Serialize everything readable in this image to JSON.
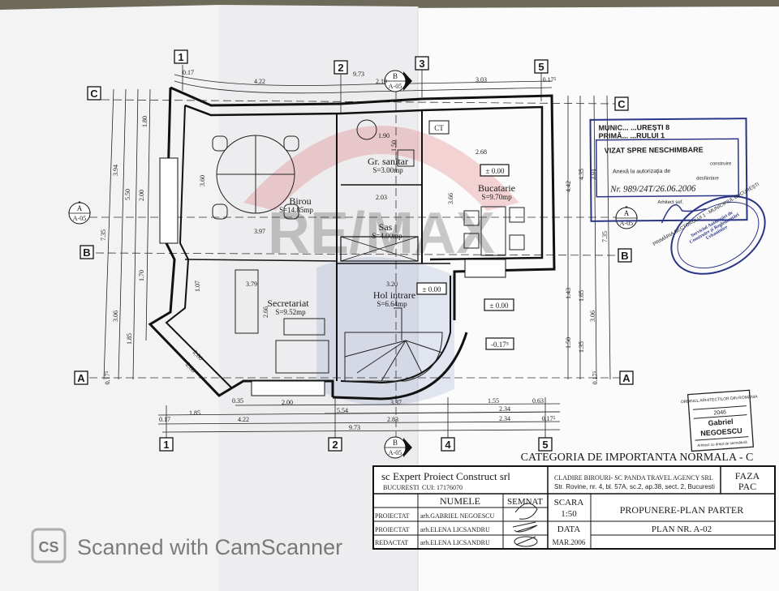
{
  "plan": {
    "axes_top": [
      "1",
      "2",
      "3",
      "5"
    ],
    "axes_bottom": [
      "1",
      "2",
      "4",
      "5"
    ],
    "rows": [
      "C",
      "B",
      "A"
    ],
    "section_b": {
      "letter": "B",
      "ref": "A-05"
    },
    "section_a": {
      "letter": "A",
      "ref": "A-05"
    },
    "rooms": [
      {
        "name": "Birou",
        "area": "S=14.85mp"
      },
      {
        "name": "Gr. sanitar",
        "area": "S=3.00mp"
      },
      {
        "name": "Sas",
        "area": "S=4.00mp"
      },
      {
        "name": "Bucatarie",
        "area": "S=9.70mp"
      },
      {
        "name": "Secretariat",
        "area": "S=9.52mp"
      },
      {
        "name": "Hol intrare",
        "area": "S=6.64mp"
      }
    ],
    "ct_label": "CT",
    "levels": [
      "± 0.00",
      "± 0.00",
      "± 0.00",
      "-0.17⁵"
    ],
    "dims": [
      "0.17",
      "4.22",
      "9.73",
      "2.19",
      "3.03",
      "0.17⁵",
      "3.94",
      "5.50",
      "2.00",
      "1.80",
      "7.35",
      "1.70",
      "3.06",
      "1.85",
      "0.17⁵",
      "4.42",
      "4.35",
      "3.91",
      "7.35",
      "1.43",
      "1.65",
      "3.06",
      "1.50",
      "1.35",
      "0.17⁵",
      "1.90",
      "1.50",
      "2.68",
      "3.60",
      "2.03",
      "3.97",
      "3.66",
      "3.79",
      "3.20",
      "1.07",
      "2.66",
      "2.00",
      "2.60",
      "0.35",
      "2.00",
      "3.37",
      "1.55",
      "0.63",
      "5.54",
      "2.34",
      "1.85",
      "0.17",
      "4.22",
      "2.83",
      "2.34",
      "0.17⁵",
      "9.73"
    ]
  },
  "category": "CATEGORIA DE IMPORTANTA NORMALA - C",
  "title_block": {
    "company": "sc Expert Proiect Construct srl",
    "company_city": "BUCURESTI",
    "company_cui": "CUI: 17176070",
    "project": "CLADIRE BIROURI- SC PANDA TRAVEL AGENCY SRL",
    "address": "Str. Rovine, nr. 4, bl. 57A, sc.2, ap.38, sect. 2, Bucuresti",
    "faza_label": "FAZA",
    "faza": "PAC",
    "col_names": "NUMELE",
    "col_signed": "SEMNAT",
    "scale_label": "SCARA",
    "scale": "1:50",
    "date_label": "DATA",
    "date": "MAR.2006",
    "drawing_title": "PROPUNERE-PLAN PARTER",
    "plan_no": "PLAN NR. A-02",
    "rows": [
      {
        "role": "PROIECTAT",
        "name": "arh.GABRIEL NEGOESCU"
      },
      {
        "role": "PROIECTAT",
        "name": "arh.ELENA LICSANDRU"
      },
      {
        "role": "REDACTAT",
        "name": "arh.ELENA LICSANDRU"
      }
    ]
  },
  "stamp_visa": {
    "line1": "MUNIC...  ...UREŞTI 8",
    "line2": "PRIMĂ...  ...RULUI 1",
    "title": "VIZAT SPRE NESCHIMBARE",
    "annex": "Anexă la autorizaţia de",
    "construire": "construire",
    "desfiintare": "desfiintare",
    "nr": "Nr. 989/24T/26.06.2006",
    "architect": "Arhitect şef,"
  },
  "stamp_round": {
    "outer": "PRIMĂRIA SECTORULUI 1 · MUNICIPIUL BUCUREŞTI",
    "inner": "Serviciul Autorizări de Construire şi Reglementări Urbanistice"
  },
  "stamp_architect": {
    "org": "ORDINUL ARHITECTILOR DIN ROMÂNIA",
    "number": "2046",
    "first": "Gabriel",
    "last": "NEGOESCU",
    "footer": "Arhitect cu drept de semnătură"
  },
  "watermark_brand": "RE/MAX",
  "scanner": {
    "logo": "CS",
    "text": "Scanned with CamScanner"
  },
  "colors": {
    "ink": "#1a1a1a",
    "stamp_blue": "#2a3585",
    "remax_red": "#d9464c",
    "remax_blue": "#3a5aa8",
    "paper": "#ffffff"
  }
}
